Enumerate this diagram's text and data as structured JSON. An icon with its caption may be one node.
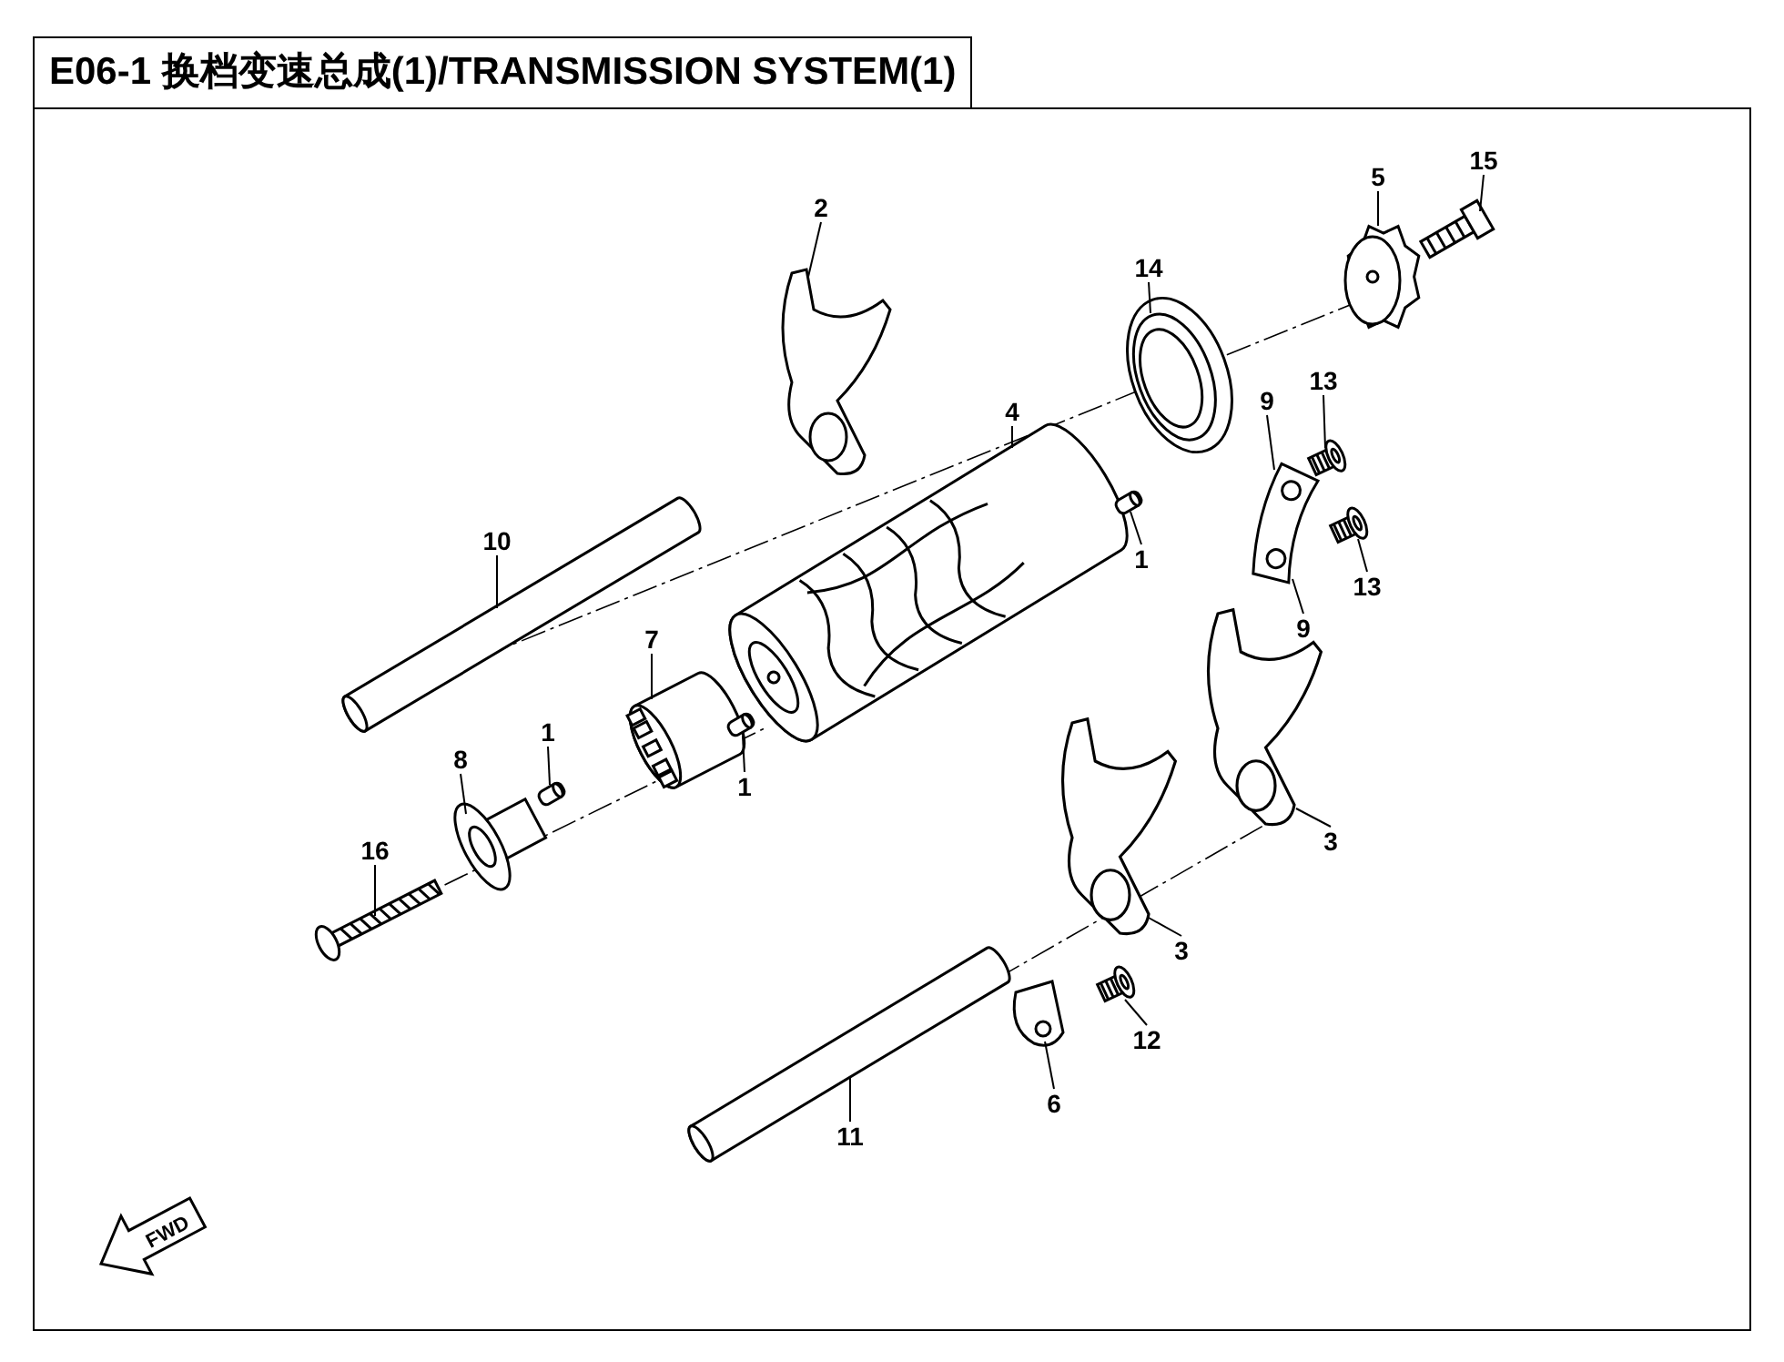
{
  "diagram": {
    "title": "E06-1 换档变速总成(1)/TRANSMISSION SYSTEM(1)",
    "nodes": [
      {
        "text": [
          "15"
        ]
      },
      {
        "text": [
          "5"
        ]
      },
      {
        "text": [
          "2"
        ]
      },
      {
        "text": [
          "14"
        ]
      },
      {
        "text": [
          "13"
        ]
      },
      {
        "text": [
          "9"
        ]
      },
      {
        "text": [
          "4"
        ]
      },
      {
        "text": [
          "10"
        ]
      },
      {
        "text": [
          "1"
        ]
      },
      {
        "text": [
          "13"
        ]
      },
      {
        "text": [
          "9"
        ]
      },
      {
        "text": [
          "7"
        ]
      },
      {
        "text": [
          "1"
        ]
      },
      {
        "text": [
          "1"
        ]
      },
      {
        "text": [
          "8"
        ]
      },
      {
        "text": [
          "3"
        ]
      },
      {
        "text": [
          "16"
        ]
      },
      {
        "text": [
          "3"
        ]
      },
      {
        "text": [
          "12"
        ]
      },
      {
        "text": [
          "6"
        ]
      },
      {
        "text": [
          "11"
        ]
      },
      {
        "text": [],
        "shape": "picture"
      },
      {
        "text": [],
        "shape": "picture"
      },
      {
        "text": [],
        "shape": "picture"
      },
      {
        "text": [],
        "shape": "picture"
      },
      {
        "text": [],
        "shape": "picture"
      },
      {
        "text": [],
        "shape": "picture"
      },
      {
        "text": [],
        "shape": "picture"
      },
      {
        "text": [],
        "shape": "picture"
      },
      {
        "text": [],
        "shape": "picture"
      },
      {
        "text": [],
        "shape": "picture"
      },
      {
        "text": [],
        "shape": "picture"
      },
      {
        "text": [],
        "shape": "picture"
      },
      {
        "text": [],
        "shape": "picture"
      },
      {
        "text": [],
        "shape": "picture"
      },
      {
        "text": [],
        "shape": "picture"
      },
      {
        "text": [],
        "shape": "picture"
      },
      {
        "text": [],
        "shape": "picture"
      },
      {
        "text": [],
        "shape": "picture"
      },
      {
        "text": [],
        "shape": "picture"
      },
      {
        "text": [],
        "shape": "picture"
      }
    ],
    "edges": [
      {
        "from": 0,
        "to": 21,
        "arrow": "none"
      },
      {
        "from": 1,
        "to": 22,
        "arrow": "none"
      },
      {
        "from": 2,
        "to": 23,
        "arrow": "none"
      },
      {
        "from": 3,
        "to": 24,
        "arrow": "none"
      },
      {
        "from": 4,
        "to": 25,
        "arrow": "none"
      },
      {
        "from": 5,
        "to": 26,
        "arrow": "none"
      },
      {
        "from": 6,
        "to": 27,
        "arrow": "none"
      },
      {
        "from": 7,
        "to": 28,
        "arrow": "none"
      },
      {
        "from": 8,
        "to": 29,
        "arrow": "none"
      },
      {
        "from": 9,
        "to": 30,
        "arrow": "none"
      },
      {
        "from": 10,
        "to": 26,
        "arrow": "none"
      },
      {
        "from": 11,
        "to": 31,
        "arrow": "none"
      },
      {
        "from": 12,
        "to": 32,
        "arrow": "none"
      },
      {
        "from": 13,
        "to": 33,
        "arrow": "none"
      },
      {
        "from": 14,
        "to": 34,
        "arrow": "none"
      },
      {
        "from": 15,
        "to": 35,
        "arrow": "none"
      },
      {
        "from": 16,
        "to": 36,
        "arrow": "none"
      },
      {
        "from": 17,
        "to": 37,
        "arrow": "none"
      },
      {
        "from": 18,
        "to": 38,
        "arrow": "none"
      },
      {
        "from": 19,
        "to": 39,
        "arrow": "none"
      },
      {
        "from": 20,
        "to": 40,
        "arrow": "none"
      }
    ],
    "labels": [
      "FWD"
    ]
  }
}
